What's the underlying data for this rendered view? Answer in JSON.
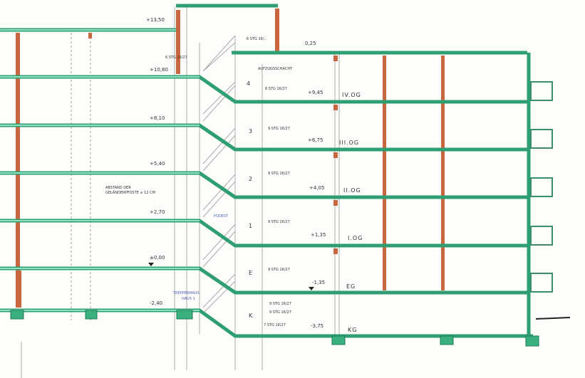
{
  "drawing": {
    "levels_left": [
      "+13,50",
      "+10,80",
      "+8,10",
      "+5,40",
      "+2,70",
      "±0,00",
      "-2,40"
    ],
    "levels_right": [
      "0,25",
      "+9,45",
      "+6,75",
      "+4,05",
      "+1,35",
      "-1,35",
      "-3,75"
    ],
    "floors": [
      "IV.OG",
      "III.OG",
      "II.OG",
      "I.OG",
      "EG",
      "KG"
    ],
    "stair_numbers": [
      "4",
      "3",
      "2",
      "1",
      "E",
      "K"
    ],
    "stair_notes": [
      "6 STG 16/27",
      "8 STG 16/27",
      "9 STG 16/27",
      "9 STG 16/27",
      "9 STG 16/27",
      "9 STG 16/27",
      "9 STG 16/27",
      "9 STG 16/27",
      "7 STG 16/27"
    ],
    "top_note": "6 STG 16/..",
    "elevator_shaft": "AUFZUGSSCHACHT",
    "railing_note_1": "ABSTAND DER",
    "railing_note_2": "GELÄNDERPFOSTE  ≤ 12 CM",
    "blue_note_1": "TREPPENHAUS",
    "blue_note_2": "HAUS 1",
    "blue_note_3": "PODEST",
    "colors": {
      "slab": "#2f9f73",
      "column": "#c8663f",
      "annotation_blue": "#5060c0"
    }
  }
}
